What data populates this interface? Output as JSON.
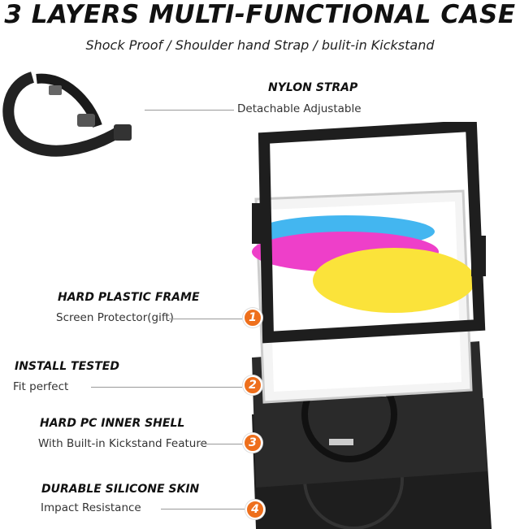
{
  "header": {
    "title": "3 LAYERS MULTI-FUNCTIONAL CASE",
    "subtitle": "Shock Proof / Shoulder hand Strap / bulit-in Kickstand"
  },
  "features": [
    {
      "heading": "NYLON STRAP",
      "detail": "Detachable Adjustable"
    },
    {
      "heading": "HARD PLASTIC FRAME",
      "detail": "Screen Protector(gift)",
      "number": "1"
    },
    {
      "heading": "INSTALL TESTED",
      "detail": "Fit perfect",
      "number": "2"
    },
    {
      "heading": "HARD PC INNER SHELL",
      "detail": "With Built-in Kickstand Feature",
      "number": "3"
    },
    {
      "heading": "DURABLE SILICONE SKIN",
      "detail": "Impact Resistance",
      "number": "4"
    }
  ],
  "colors": {
    "accent": "#ee6f1c",
    "case": "#1e1e1e"
  }
}
